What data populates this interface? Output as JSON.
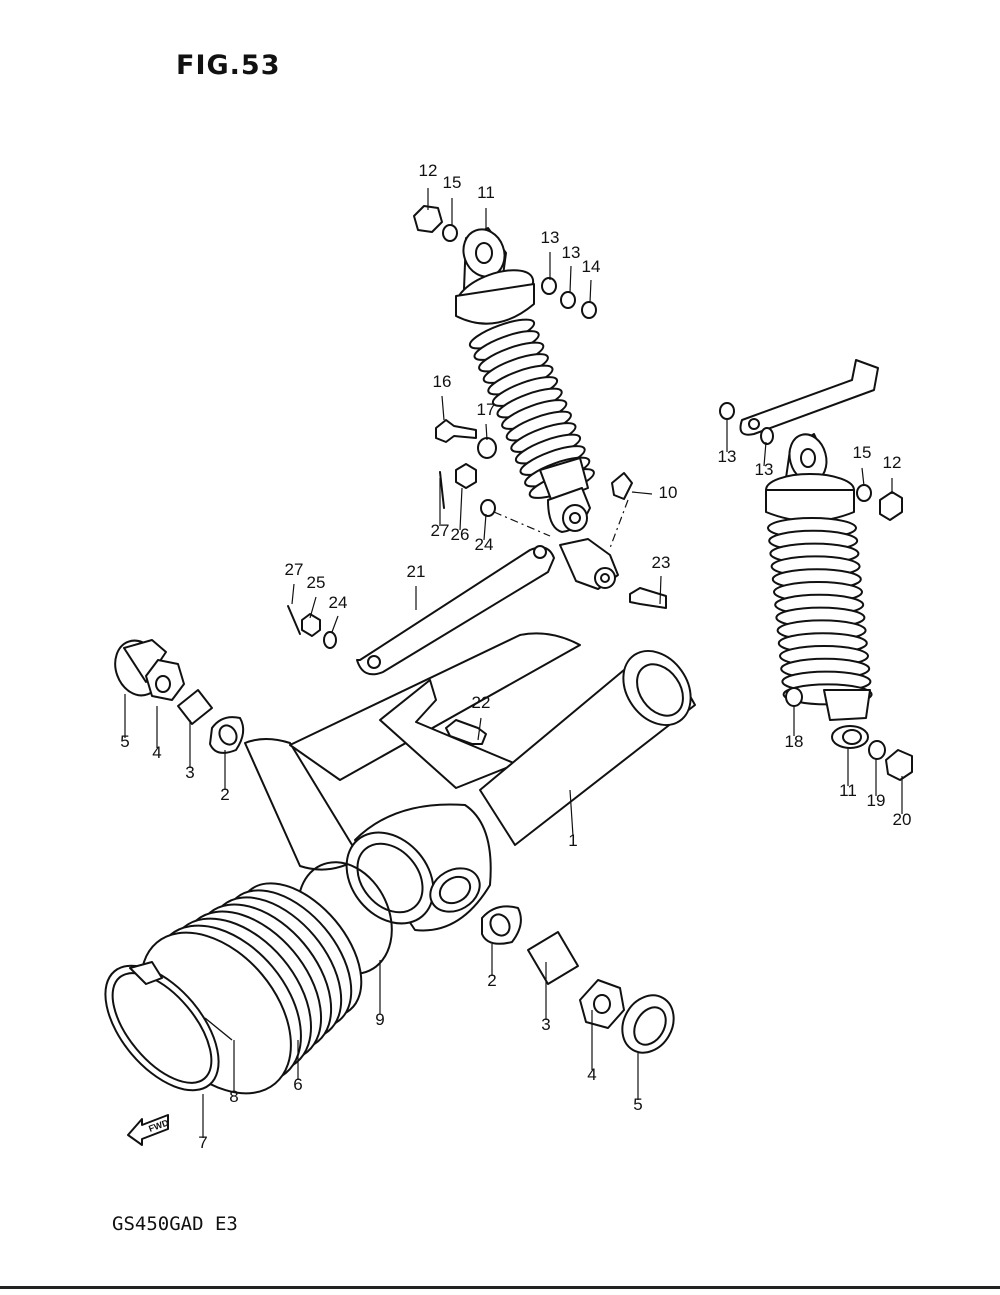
{
  "figure": {
    "title": "FIG.53",
    "model_code": "GS450GAD E3",
    "fwd_label": "FWD"
  },
  "callouts": [
    {
      "label": "12"
    },
    {
      "label": "15"
    },
    {
      "label": "11"
    },
    {
      "label": "13"
    },
    {
      "label": "13"
    },
    {
      "label": "14"
    },
    {
      "label": "16"
    },
    {
      "label": "17"
    },
    {
      "label": "10"
    },
    {
      "label": "27"
    },
    {
      "label": "26"
    },
    {
      "label": "24"
    },
    {
      "label": "23"
    },
    {
      "label": "21"
    },
    {
      "label": "27"
    },
    {
      "label": "25"
    },
    {
      "label": "24"
    },
    {
      "label": "13"
    },
    {
      "label": "13"
    },
    {
      "label": "15"
    },
    {
      "label": "12"
    },
    {
      "label": "5"
    },
    {
      "label": "4"
    },
    {
      "label": "3"
    },
    {
      "label": "2"
    },
    {
      "label": "22"
    },
    {
      "label": "1"
    },
    {
      "label": "18"
    },
    {
      "label": "11"
    },
    {
      "label": "19"
    },
    {
      "label": "20"
    },
    {
      "label": "2"
    },
    {
      "label": "9"
    },
    {
      "label": "3"
    },
    {
      "label": "4"
    },
    {
      "label": "5"
    },
    {
      "label": "6"
    },
    {
      "label": "8"
    },
    {
      "label": "7"
    }
  ]
}
